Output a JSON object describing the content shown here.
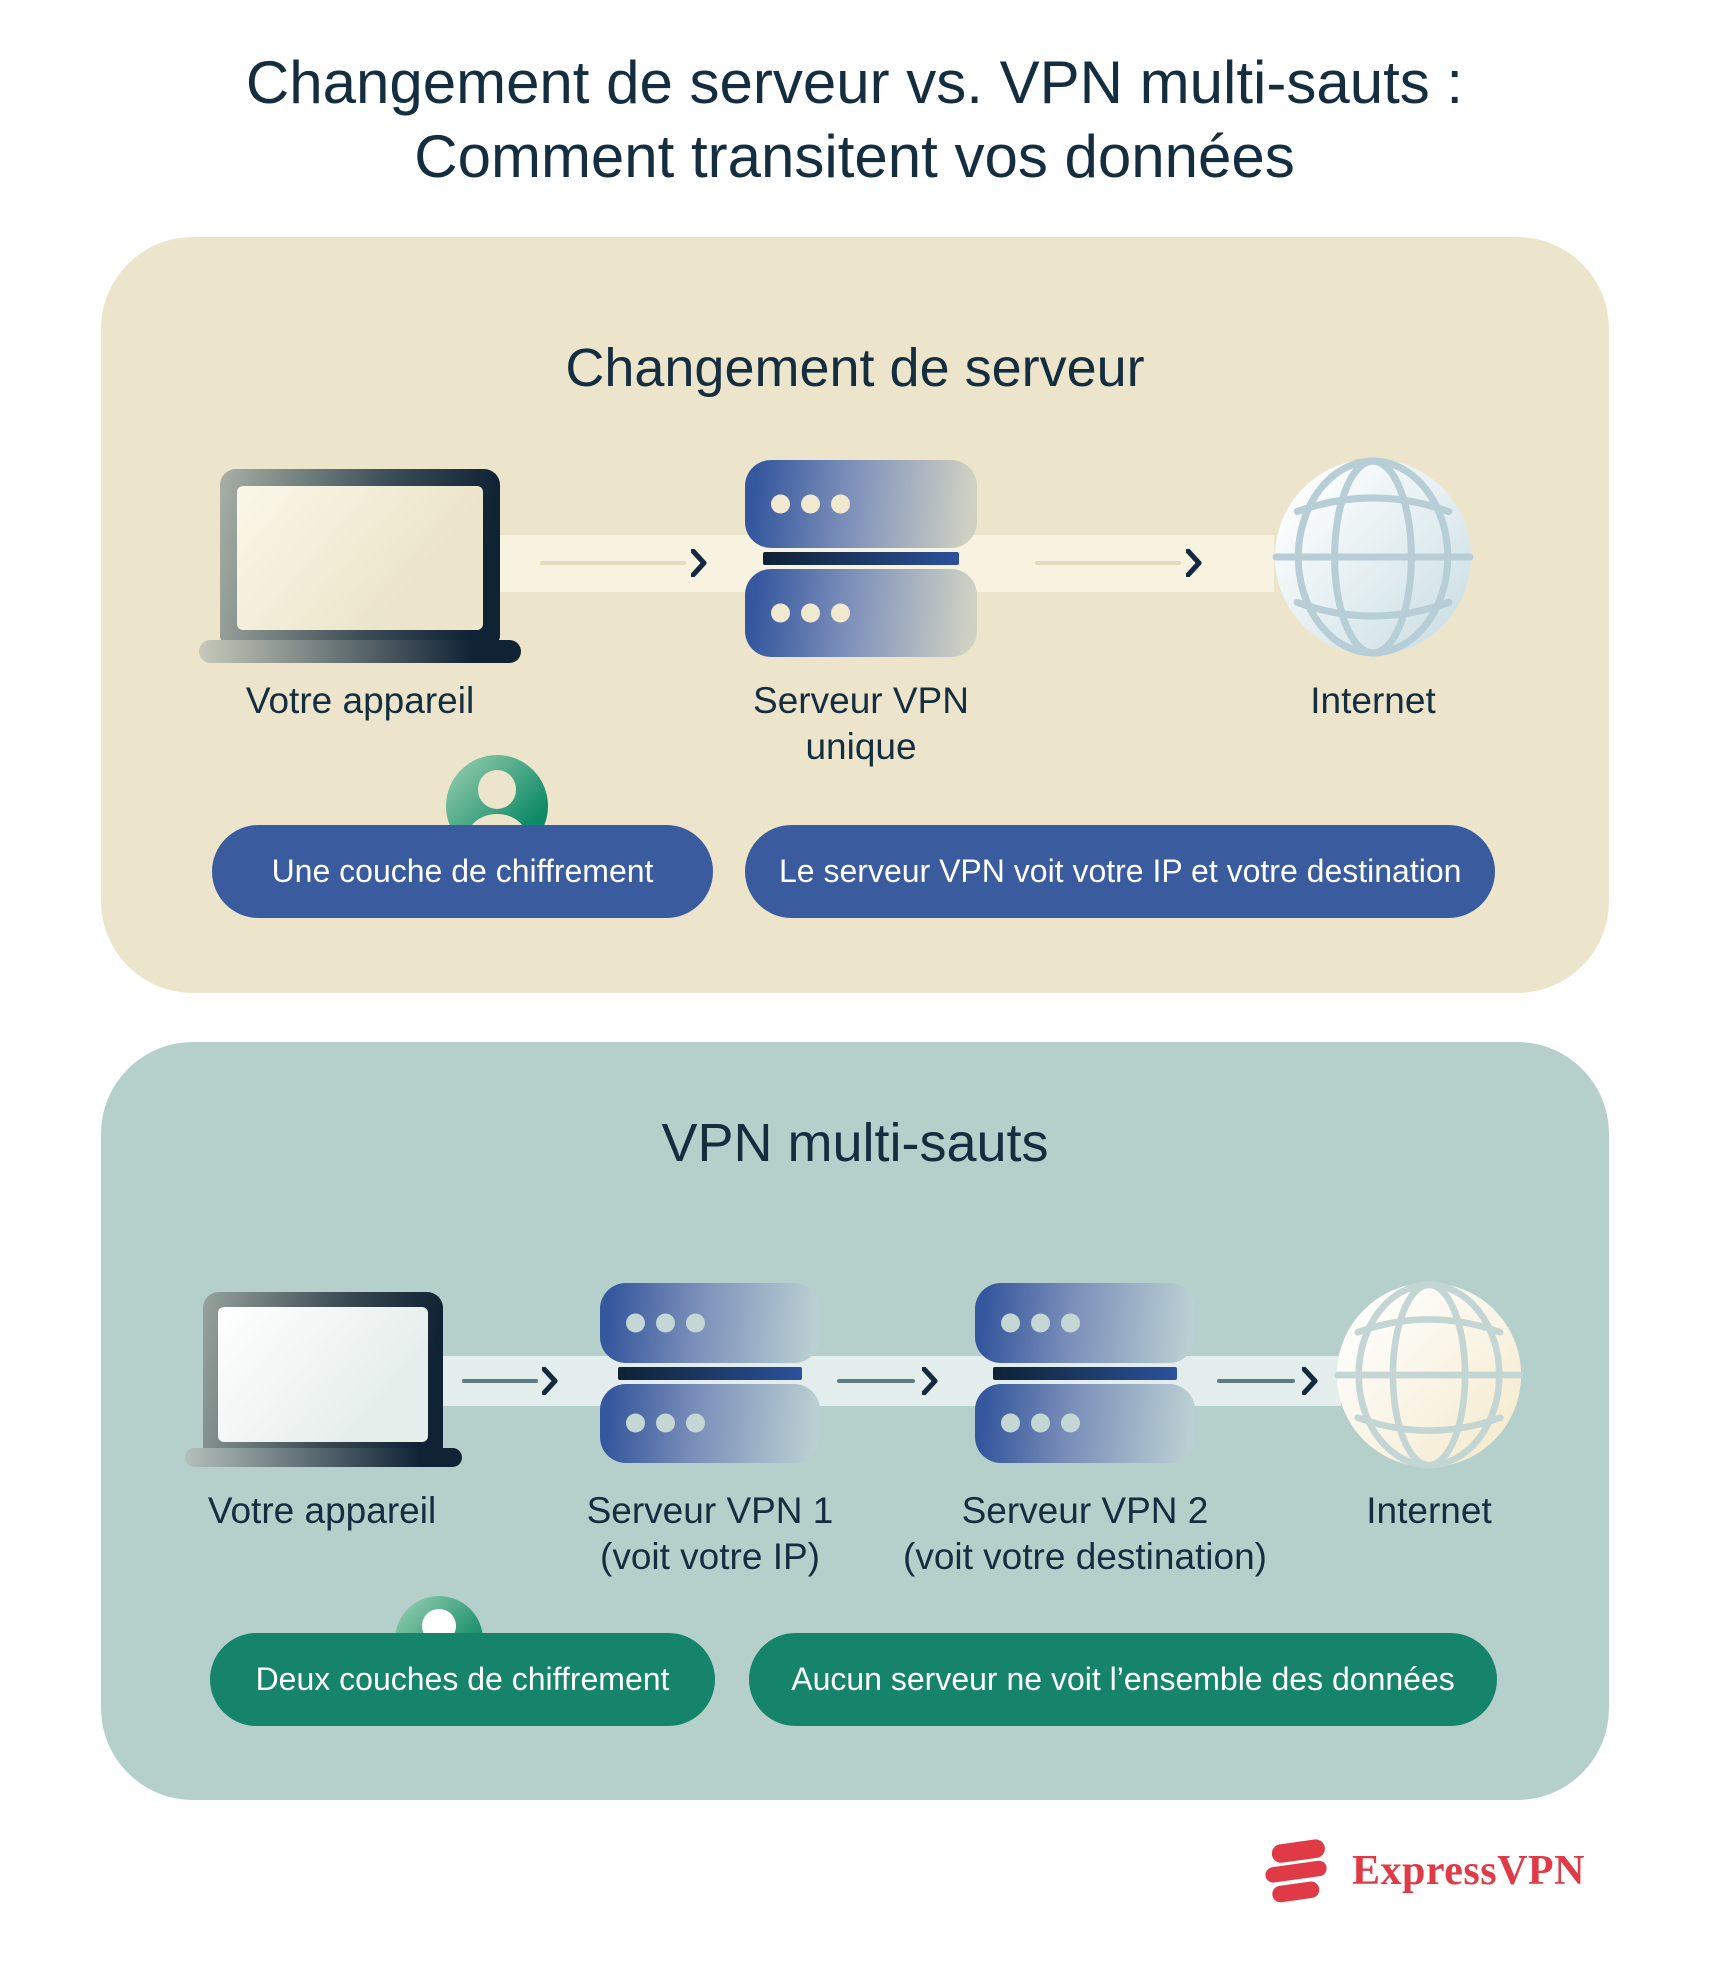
{
  "title": {
    "line1": "Changement de serveur vs. VPN multi-sauts :",
    "line2": "Comment transitent vos données"
  },
  "sections": {
    "server_switch": {
      "header": "Changement de serveur",
      "device": {
        "label": "Votre appareil"
      },
      "server": {
        "label_line1": "Serveur VPN",
        "label_line2": "unique"
      },
      "internet": {
        "label": "Internet"
      },
      "badges": {
        "encryption": "Une couche de chiffrement",
        "visibility": "Le serveur VPN voit votre IP et votre destination"
      }
    },
    "multi_hop": {
      "header": "VPN multi-sauts",
      "device": {
        "label": "Votre appareil"
      },
      "server1": {
        "label_line1": "Serveur VPN 1",
        "label_line2": "(voit votre IP)"
      },
      "server2": {
        "label_line1": "Serveur VPN 2",
        "label_line2": "(voit votre destination)"
      },
      "internet": {
        "label": "Internet"
      },
      "badges": {
        "encryption": "Deux couches de chiffrement",
        "visibility": "Aucun serveur ne voit l’ensemble des données"
      }
    }
  },
  "footer": {
    "brand": "ExpressVPN"
  },
  "icons": {
    "device": "laptop-user-icon",
    "vpn_server": "server-stack-icon",
    "internet": "globe-icon",
    "flow": "arrow-right-chevron-icon",
    "brand": "expressvpn-logo"
  },
  "colors": {
    "ink": "#142e40",
    "panel_beige": "#ece5cb",
    "panel_teal": "#b5cfcb",
    "pill_blue": "#3a5b9d",
    "pill_green": "#15846a",
    "server_blue": "#35579d",
    "avatar_green": "#0f8a66",
    "brand_red": "#e03a47"
  }
}
